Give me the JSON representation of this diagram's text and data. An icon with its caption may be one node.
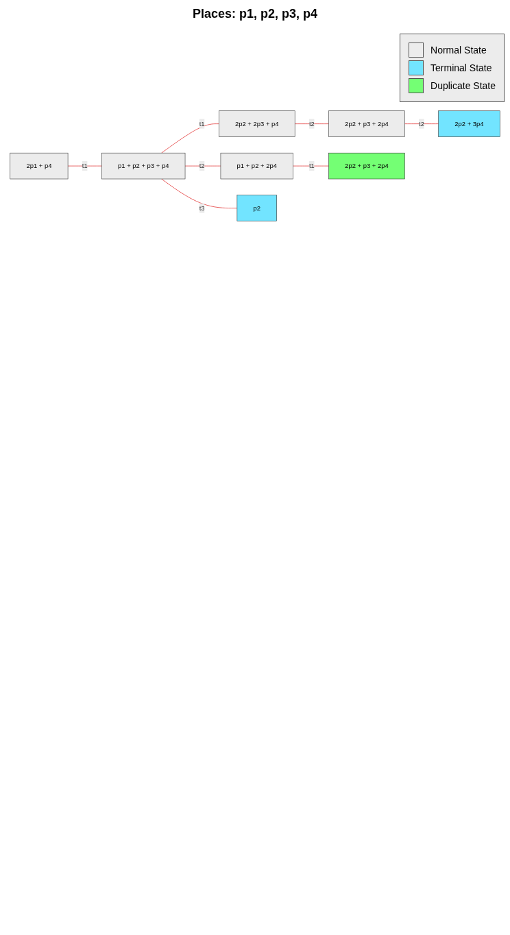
{
  "diagram": {
    "title": "Places:  p1, p2, p3, p4",
    "nodes": [
      {
        "text": [
          "2p1 + p4"
        ]
      },
      {
        "text": [
          "p1 + p2 + p3 + p4"
        ]
      },
      {
        "text": [
          "2p2 + 2p3 + p4"
        ]
      },
      {
        "text": [
          "p1 + p2 + 2p4"
        ]
      },
      {
        "text": [
          "p2"
        ]
      },
      {
        "text": [
          "2p2 + p3 + 2p4"
        ]
      },
      {
        "text": [
          "2p2 + p3 + 2p4"
        ]
      },
      {
        "text": [
          "2p2 + 3p4"
        ]
      }
    ],
    "edges": [
      {
        "from": 0,
        "to": 1,
        "arrow": "none",
        "label": "t1"
      },
      {
        "from": 1,
        "to": 2,
        "arrow": "none",
        "label": "t1"
      },
      {
        "from": 1,
        "to": 3,
        "arrow": "none",
        "label": "t2"
      },
      {
        "from": 1,
        "to": 4,
        "arrow": "none",
        "label": "t3"
      },
      {
        "from": 2,
        "to": 5,
        "arrow": "none",
        "label": "t2"
      },
      {
        "from": 3,
        "to": 6,
        "arrow": "none",
        "label": "t1"
      },
      {
        "from": 5,
        "to": 7,
        "arrow": "none",
        "label": "t2"
      }
    ],
    "legend": [
      {
        "text": "Normal State",
        "color": "#ececec"
      },
      {
        "text": "Terminal State",
        "color": "#72e4ff"
      },
      {
        "text": "Duplicate State",
        "color": "#74ff74"
      }
    ]
  }
}
